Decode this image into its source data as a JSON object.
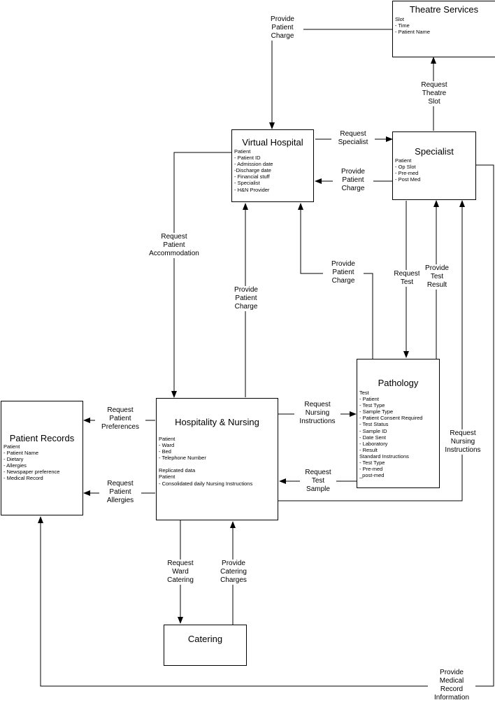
{
  "entities": {
    "theatre_services": {
      "title": "Theatre Services",
      "attrs": [
        "Slot",
        "- Time",
        "- Patient Name"
      ]
    },
    "virtual_hospital": {
      "title": "Virtual Hospital",
      "attrs": [
        "Patient",
        "- Patient ID",
        "- Admission date",
        "-Discharge date",
        "- Financial stuff",
        "- Specialist",
        "- H&N Provider"
      ]
    },
    "specialist": {
      "title": "Specialist",
      "attrs": [
        "Patient",
        "- Op Slot",
        "- Pre-med",
        "- Post Med"
      ]
    },
    "pathology": {
      "title": "Pathology",
      "attrs": [
        "Test",
        "- Patient",
        "- Test Type",
        "- Sample Type",
        "- Patient Consent Required",
        "- Test Status",
        "- Sample ID",
        "- Date Sent",
        "- Laboratory",
        "- Result",
        "Standard Instructions",
        "- Test Type",
        "- Pre-med",
        "_post-med"
      ]
    },
    "hospitality_nursing": {
      "title": "Hospitality & Nursing",
      "attrs": [
        "Patient",
        "- Ward",
        "- Bed",
        "- Telephone Number",
        "",
        "Replicated data",
        "Patient",
        "- Consolidated daily Nursing Instructions"
      ]
    },
    "patient_records": {
      "title": "Patient Records",
      "attrs": [
        "Patient",
        "- Patient Name",
        "- Dietary",
        "- Allergies",
        "- Newspaper preference",
        "- Medical Record"
      ]
    },
    "catering": {
      "title": "Catering",
      "attrs": []
    }
  },
  "flows": {
    "ts_to_vh_charge": [
      "Provide",
      "Patient",
      "Charge"
    ],
    "sp_to_ts_slot": [
      "Request",
      "Theatre",
      "Slot"
    ],
    "vh_to_sp_request": [
      "Request",
      "Specialist"
    ],
    "sp_to_vh_charge": [
      "Provide",
      "Patient",
      "Charge"
    ],
    "vh_to_hn_accommodation": [
      "Request",
      "Patient",
      "Accommodation"
    ],
    "hn_to_vh_charge": [
      "Provide",
      "Patient",
      "Charge"
    ],
    "pa_to_vh_charge": [
      "Provide",
      "Patient",
      "Charge"
    ],
    "sp_to_pa_test": [
      "Request",
      "Test"
    ],
    "pa_to_sp_result": [
      "Provide",
      "Test",
      "Result"
    ],
    "hn_to_sp_nursing": [
      "Request",
      "Nursing",
      "Instructions"
    ],
    "hn_to_pa_nursing": [
      "Request",
      "Nursing",
      "Instructions"
    ],
    "pa_to_hn_sample": [
      "Request",
      "Test",
      "Sample"
    ],
    "hn_to_pr_preferences": [
      "Request",
      "Patient",
      "Preferences"
    ],
    "hn_to_pr_allergies": [
      "Request",
      "Patient",
      "Allergies"
    ],
    "hn_to_ca_catering": [
      "Request",
      "Ward",
      "Catering"
    ],
    "ca_to_hn_charges": [
      "Provide",
      "Catering",
      "Charges"
    ],
    "sp_to_pr_medical": [
      "Provide",
      "Medical",
      "Record",
      "Information"
    ]
  }
}
